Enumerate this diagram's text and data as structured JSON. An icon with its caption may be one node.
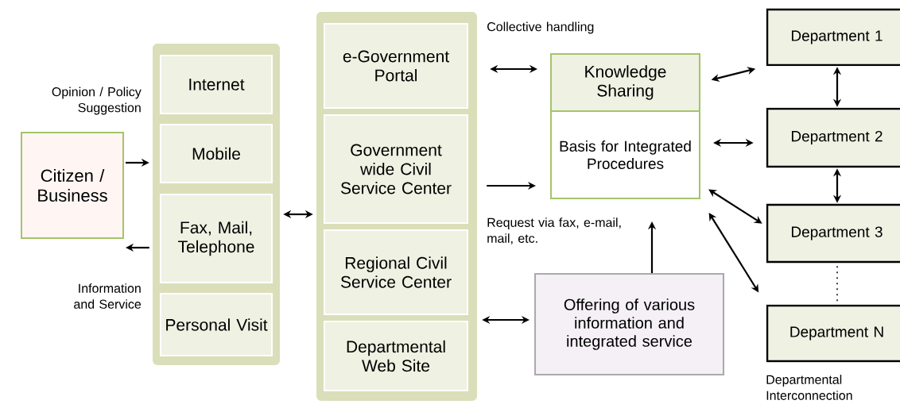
{
  "diagram": {
    "nodes": [
      {
        "text": [
          "Citizen / Business"
        ]
      },
      {
        "text": [],
        "shape": "box"
      },
      {
        "text": [
          "Internet"
        ],
        "in": 1
      },
      {
        "text": [
          "Mobile"
        ],
        "in": 1
      },
      {
        "text": [
          "Fax, Mail, Telephone"
        ],
        "in": 1
      },
      {
        "text": [
          "Personal Visit"
        ],
        "in": 1
      },
      {
        "text": [],
        "shape": "box"
      },
      {
        "text": [
          "e-Government Portal"
        ],
        "in": 6
      },
      {
        "text": [
          "Government wide Civil Service Center"
        ],
        "in": 6
      },
      {
        "text": [
          "Regional Civil Service Center"
        ],
        "in": 6
      },
      {
        "text": [
          "Departmental Web Site"
        ],
        "in": 6
      },
      {
        "text": [
          "Knowledge Sharing"
        ]
      },
      {
        "text": [
          "Basis for Integrated Procedures"
        ]
      },
      {
        "text": [
          "Offering of various information and integrated service"
        ]
      },
      {
        "text": [
          "Department 1"
        ]
      },
      {
        "text": [
          "Department 2"
        ]
      },
      {
        "text": [
          "Department 3"
        ]
      },
      {
        "text": [
          "Department N"
        ]
      }
    ],
    "edges": [
      {
        "from": 0,
        "to": 1,
        "arrow": "to"
      },
      {
        "from": 1,
        "to": 0,
        "arrow": "to"
      },
      {
        "from": 1,
        "to": 6,
        "arrow": "both"
      },
      {
        "from": 6,
        "to": 11,
        "arrow": "both"
      },
      {
        "from": 6,
        "to": 12,
        "arrow": "to"
      },
      {
        "from": 6,
        "to": 13,
        "arrow": "both"
      },
      {
        "from": 13,
        "to": 12,
        "arrow": "to"
      },
      {
        "from": 11,
        "to": 14,
        "arrow": "both"
      },
      {
        "from": 12,
        "to": 15,
        "arrow": "both"
      },
      {
        "from": 12,
        "to": 16,
        "arrow": "both"
      },
      {
        "from": 12,
        "to": 17,
        "arrow": "both"
      },
      {
        "from": 14,
        "to": 15,
        "arrow": "both"
      },
      {
        "from": 15,
        "to": 16,
        "arrow": "both"
      },
      {
        "from": 16,
        "to": 17,
        "arrow": "none",
        "style": "dashed"
      }
    ],
    "labels": [
      "Opinion / Policy Suggestion",
      "Information and Service",
      "Collective handling",
      "Request via fax, e-mail, mail, etc.",
      "Departmental Interconnection"
    ]
  }
}
